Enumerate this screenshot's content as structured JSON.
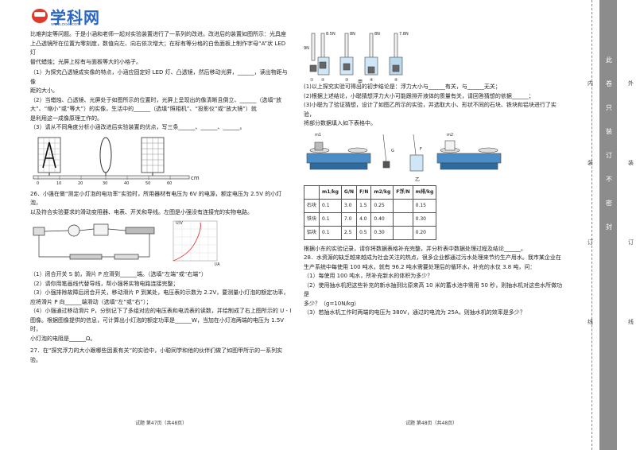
{
  "logo": {
    "name": "学科网",
    "sub": "www.zxxk.com"
  },
  "left_column": {
    "intro_lines": [
      "比难判定等问题。于是小涵和老师一起对实验装置进行了一系列的改进。改进后的装置如图所示：光具座",
      "上凸透镜所在位置为零刻度，数值向左、向右依次增大；在标有等分格的白色面板上制作字母“A”状 LED 灯",
      "替代蜡烛；光屏上标有与面板等大的小格子。"
    ],
    "q1": "（1）为探究凸透镜成实像的特点，小涵应固定好 LED 灯、凸透镜，然后移动光屏，______，读出物距与像",
    "q1b": "距的大小。",
    "q2": "（2）当蜡烛、凸透镜、光屏处于如图所示的位置时，光屏上呈现出的像清晰且倒立、______（选填“放",
    "q2b": "大”、“缩小”或“等大”）的实像，生活中的______（选填“照相机”、“投影仪”或“放大镜”）就",
    "q2c": "是利用这一成像原理工作的。",
    "q3": "（3）请从不同角度分析小涵改进后实验装置的优点，写三条______、______、______。",
    "ruler_unit": "cm",
    "ruler_ticks": [
      "0",
      "10",
      "20",
      "30",
      "40",
      "50",
      "60"
    ],
    "q26_title": "26．小强在做“测定小灯泡的电功率”实验时，所用器材有电压为 6V 的电源，额定电压为 2.5V 的小灯泡，",
    "q26_line2": "以及符合实验要求的滑动变阻器、电表、开关和导线。左图是小强没有连接完的实物电路。",
    "graph_ylabel": "U/V",
    "graph_xlabel": "I/A",
    "q26_1": "（1）闭合开关 S 前，滑片 P 应滑到______端。（选填“左端”或“右端”）",
    "q26_2": "（2）请你用笔画线代替导线，帮小强将实物电路连接完整；",
    "q26_3": "（3）小强排除故障后闭合开关，移动滑片 P 到某处，电压表的示数为 2.2V，要测量小灯泡的额定功率，",
    "q26_3b": "应将滑片 P 向______端滑动（选填“左”或“右”）；",
    "q26_4": "（4）小强通过移动滑片 P，分别记下了多组对应的电压表和电流表的读数，并绘制成了右上图所示的 U - I",
    "q26_4b": "图像。根据图像提供的信息，可计算出小灯泡的额定功率是______W，当加在小灯泡两端的电压为 1.5V 时，",
    "q26_4c": "小灯泡的电阻是______Ω。",
    "q27": "27．在“探究浮力的大小跟哪些因素有关”的实验中，小聪同学和他的伙伴们做了如图甲所示的一系列实",
    "q27b": "验。",
    "footer": "试题 第47页（共48页）"
  },
  "right_column": {
    "spring_labels": [
      "9N",
      "8.5N",
      "8N",
      "8N",
      "7.8N"
    ],
    "beaker_labels": [
      "①",
      "②",
      "③",
      "④",
      "⑤"
    ],
    "jia": "甲",
    "yi": "乙",
    "r1": "(1)以上探究实验可得出的初步结论是：浮力大小与______有关，与______无关；",
    "r2": "(2)根据上述结论，小聪猜想浮力大小可能跟排开液体的质量有关，请回答猜想的依据______；",
    "r3": "(3)小聪为了验证猜想，设计了如图乙所示的实验，并选取大小、形状不同的石块、铁块和铝块进行了实验，",
    "r3b": "将部分数据填入如下表格中。",
    "balance_labels": [
      "m1",
      "m2",
      "G",
      "F"
    ],
    "table_headers": [
      "m1/kg",
      "G/N",
      "F/N",
      "m2/kg",
      "F浮/N",
      "m排/kg"
    ],
    "table_rows": [
      {
        "name": "石块",
        "cells": [
          "0.1",
          "3.0",
          "1.5",
          "0.25",
          "",
          "0.15"
        ]
      },
      {
        "name": "铁块",
        "cells": [
          "0.1",
          "7.0",
          "4.0",
          "0.40",
          "",
          "0.30"
        ]
      },
      {
        "name": "铝块",
        "cells": [
          "0.1",
          "2.5",
          "0.5",
          "0.30",
          "",
          "0.20"
        ]
      }
    ],
    "r4": "根据小东的实验记录，请你将数据表格补充完整，并分析表中数据处理过程及结论______。",
    "q28": "28．水资源的缺乏越来越成为社会关注的热点，很多企业都通过污水处理来节约生产用水。我市某企业在",
    "q28b": "生产系统中每使用 100 吨水，就有 96.2 吨水需要处理后的循环水，补充的水仅 3.8 吨，问：",
    "q28_1": "（1）每使用 100 吨水，所补充新水的体积为多少？",
    "q28_2": "（2）使用抽水机把这些补充的新水抽到比原来高 10 米的蓄水池中需用 50 秒，则抽水机对这些水所做功是",
    "q28_2b": "多少？（g=10N/kg）",
    "q28_3": "（3）若抽水机工作时两端的电压为 380V，通过的电流为 25A，则抽水机的效率是多少？",
    "footer": "试题 第48页（共48页）"
  },
  "margin": {
    "seal_chars": [
      "此",
      "卷",
      "只",
      "装",
      "订",
      "不",
      "密",
      "封"
    ],
    "inside_chars": [
      "内",
      "装",
      "订",
      "线"
    ],
    "outside_chars": [
      "外",
      "装",
      "订",
      "线"
    ]
  }
}
